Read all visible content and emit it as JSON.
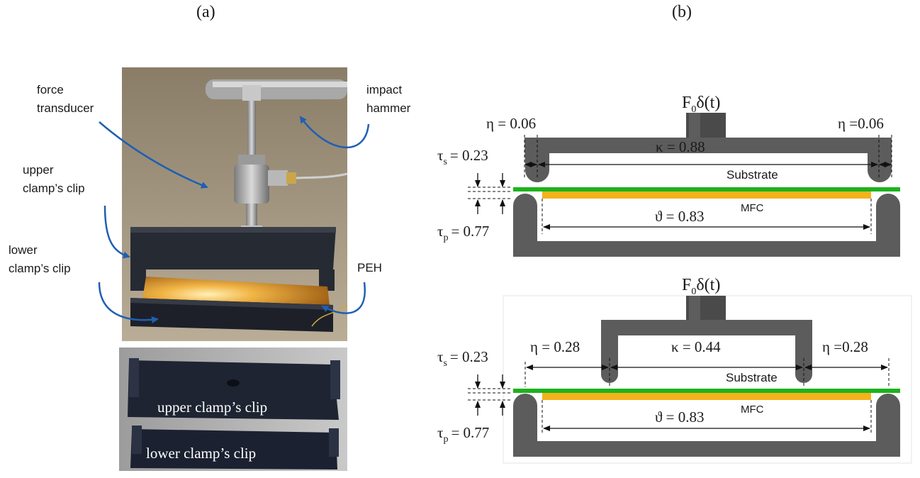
{
  "panel_a": {
    "label": "(a)",
    "callouts": {
      "force_transducer": [
        "force",
        "transducer"
      ],
      "impact_hammer": [
        "impact",
        "hammer"
      ],
      "upper_clip": [
        "upper",
        "clamp’s clip"
      ],
      "lower_clip": [
        "lower",
        "clamp’s clip"
      ],
      "peh": "PEH"
    },
    "photo_captions": {
      "upper": "upper clamp’s clip",
      "lower": "lower clamp’s clip"
    }
  },
  "panel_b": {
    "label": "(b)",
    "top": {
      "force_base": "F",
      "force_sub": "0",
      "force_tail": "δ(t)",
      "eta_left": "η = 0.06",
      "eta_right": "η =0.06",
      "kappa": "κ = 0.88",
      "substrate": "Substrate",
      "mfc": "MFC",
      "theta": "ϑ = 0.83",
      "tau_s_base": "τ",
      "tau_s_sub": "s",
      "tau_s_val": "= 0.23",
      "tau_p_base": "τ",
      "tau_p_sub": "p",
      "tau_p_val": "= 0.77"
    },
    "bottom": {
      "force_base": "F",
      "force_sub": "0",
      "force_tail": "δ(t)",
      "eta_left": "η = 0.28",
      "eta_right": "η =0.28",
      "kappa": "κ = 0.44",
      "substrate": "Substrate",
      "mfc": "MFC",
      "theta": "ϑ = 0.83",
      "tau_s_base": "τ",
      "tau_s_sub": "s",
      "tau_s_val": "= 0.23",
      "tau_p_base": "τ",
      "tau_p_sub": "p",
      "tau_p_val": "= 0.77"
    },
    "colors": {
      "clamp": "#5c5c5c",
      "substrate": "#1db21d",
      "mfc": "#f4b21c",
      "callout_arrow": "#1f5fb3"
    }
  }
}
